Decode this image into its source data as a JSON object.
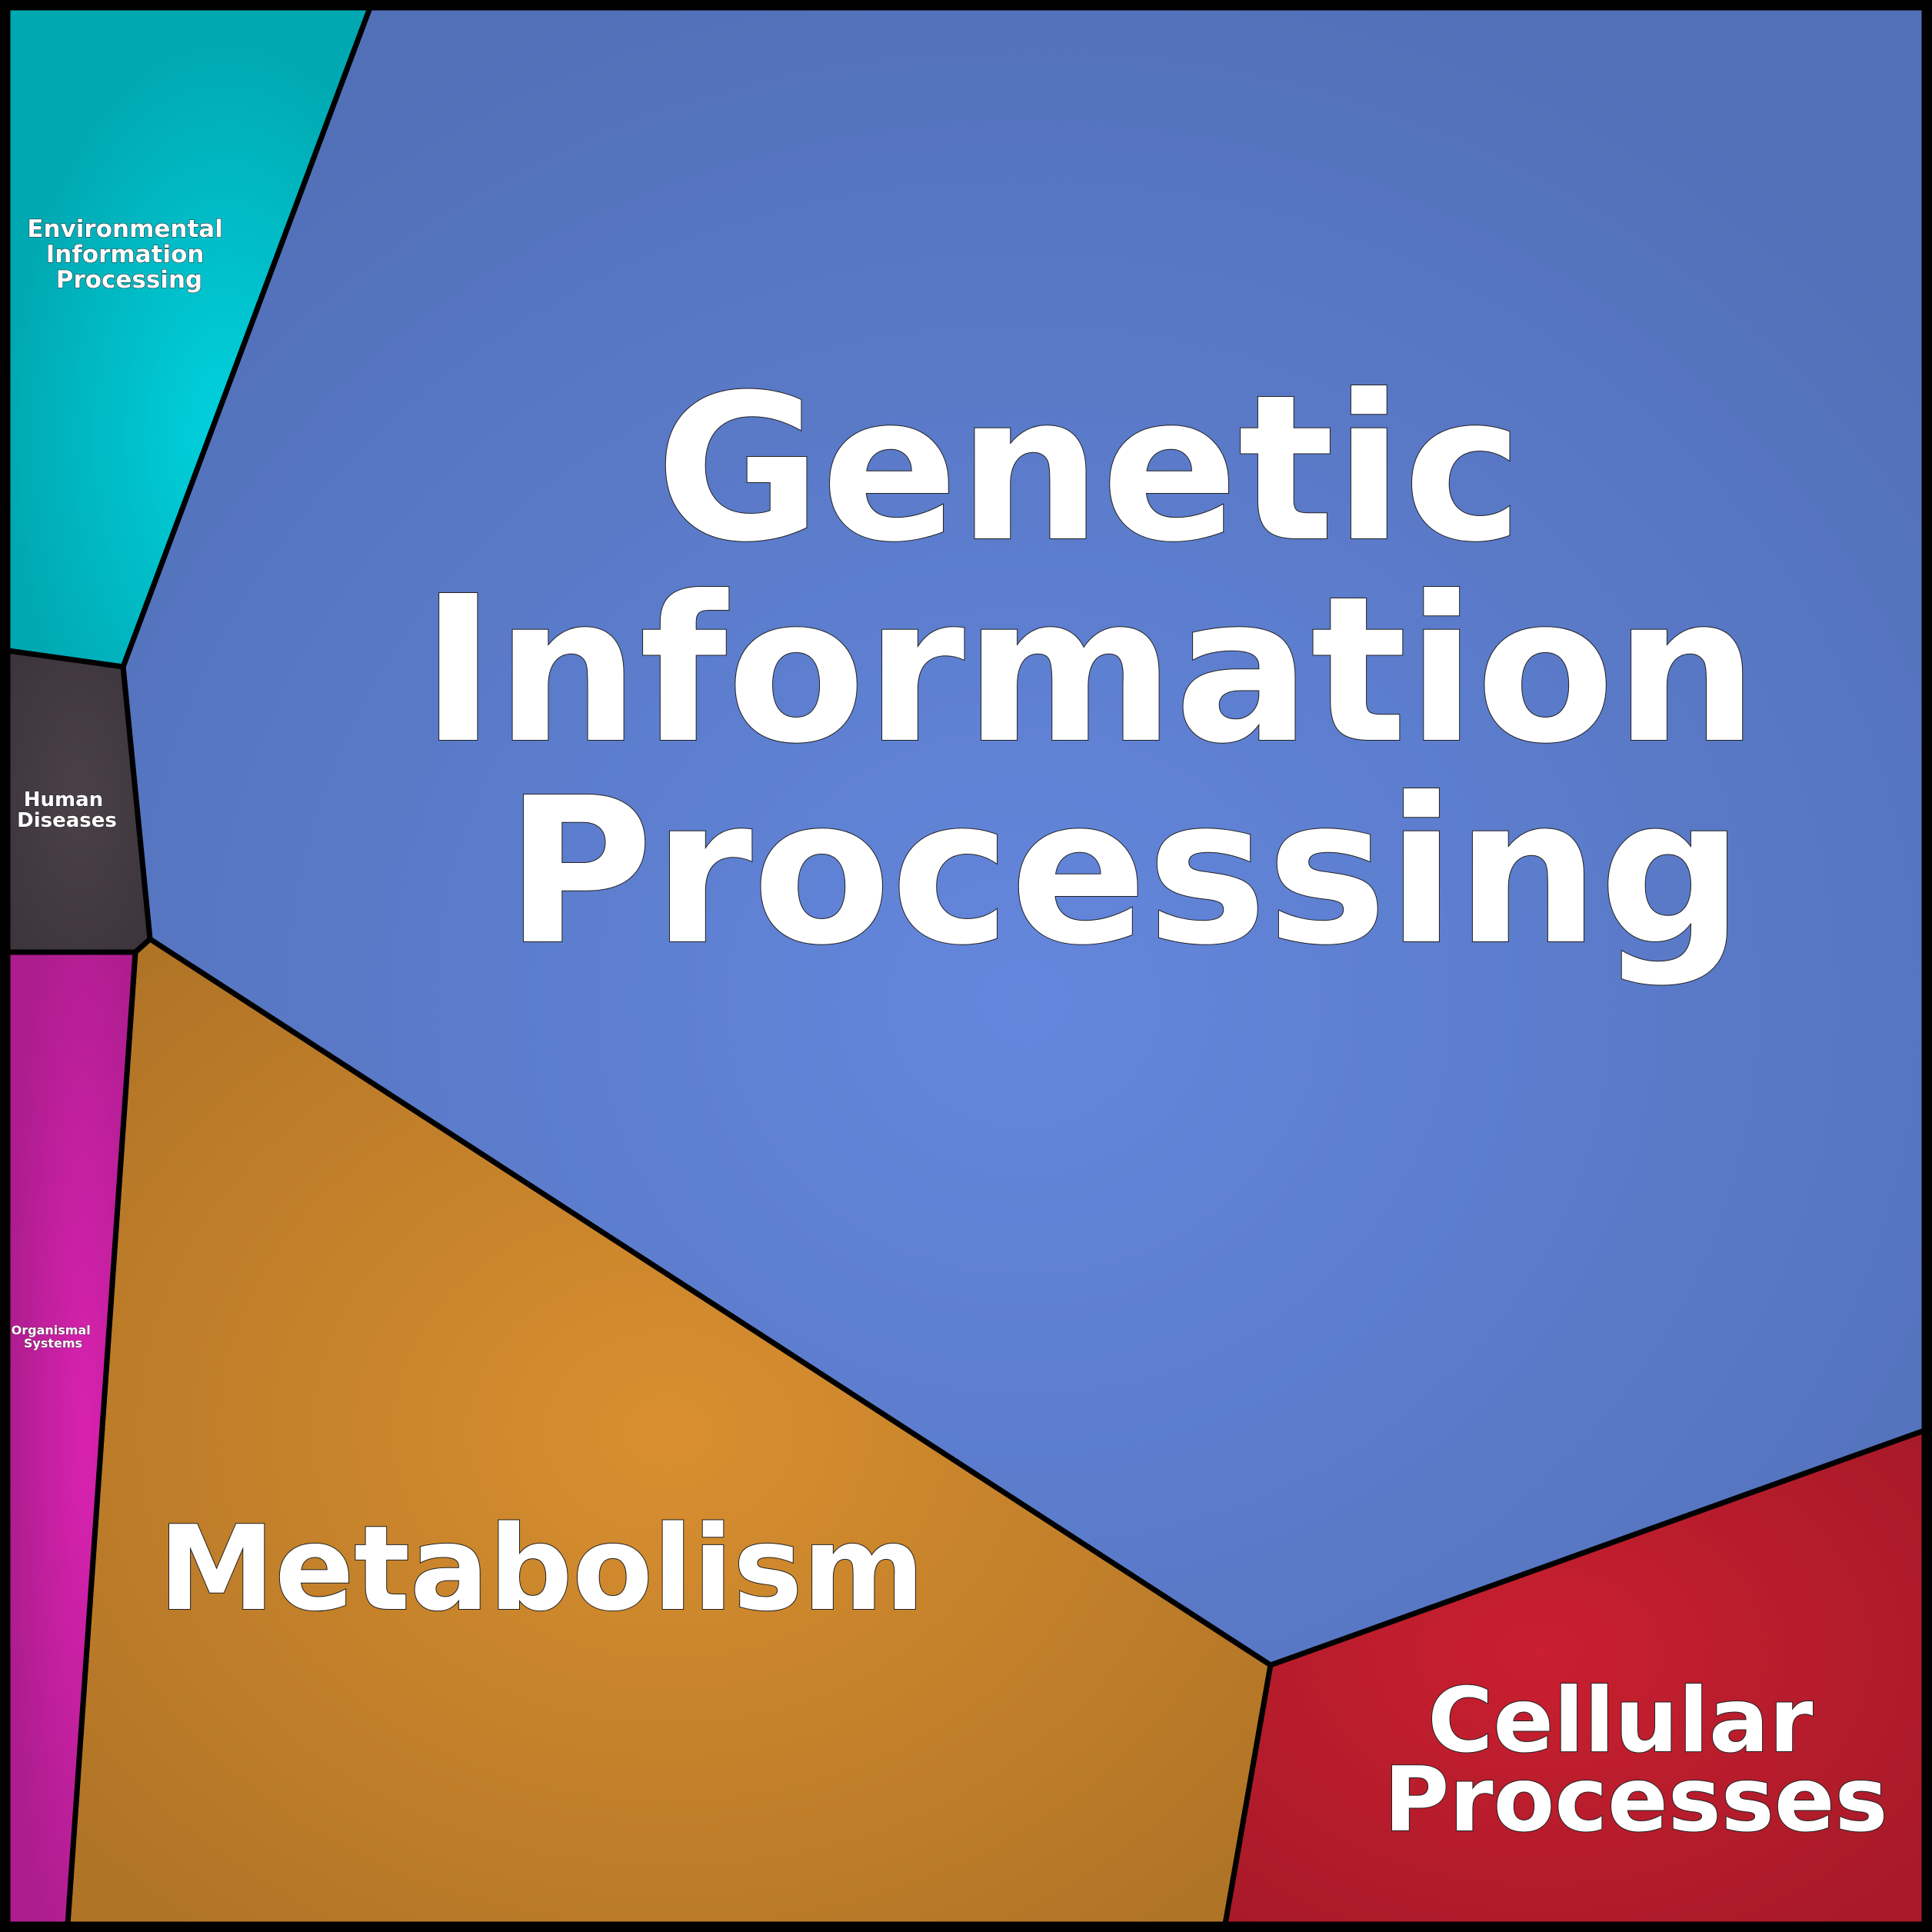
{
  "title": "KEGG functional category Voronoi treemap",
  "regions": [
    {
      "id": "genetic",
      "label_lines": [
        "Genetic",
        "Information",
        "Processing"
      ],
      "color_center": "#6487dd",
      "color_edge": "#5270b8"
    },
    {
      "id": "metabolism",
      "label_lines": [
        "Metabolism"
      ],
      "color_center": "#d98f2f",
      "color_edge": "#b07426"
    },
    {
      "id": "cellular",
      "label_lines": [
        "Cellular",
        "Processes"
      ],
      "color_center": "#c91f30",
      "color_edge": "#a81a28"
    },
    {
      "id": "environmental",
      "label_lines": [
        "Environmental",
        "Information",
        "Processing"
      ],
      "color_center": "#00d2de",
      "color_edge": "#00a9b2"
    },
    {
      "id": "human-diseases",
      "label_lines": [
        "Human",
        "Diseases"
      ],
      "color_center": "#4a4148",
      "color_edge": "#3d353c"
    },
    {
      "id": "organismal",
      "label_lines": [
        "Organismal",
        "Systems"
      ],
      "color_center": "#d922b0",
      "color_edge": "#ad1d8e"
    }
  ]
}
